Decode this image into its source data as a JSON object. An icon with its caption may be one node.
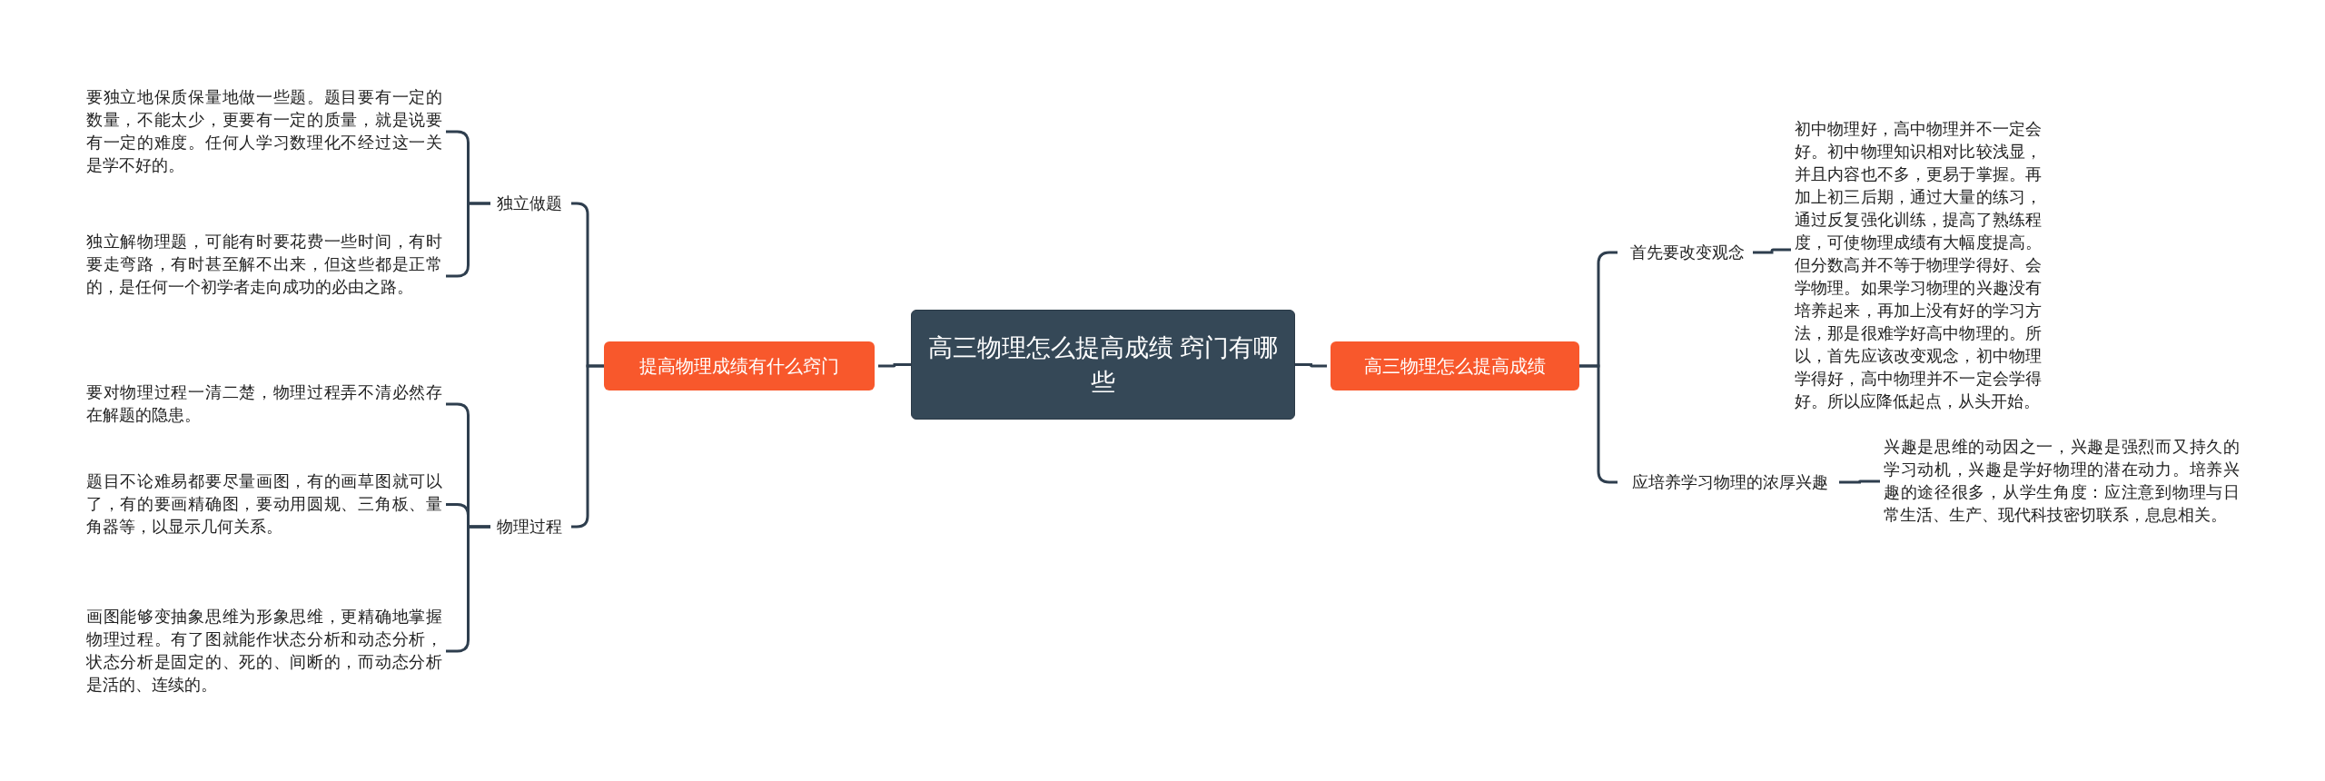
{
  "diagram": {
    "nodes": [
      {
        "text": [
          "高三物理怎么提高成绩 窍门有哪些"
        ]
      },
      {
        "text": [
          "提高物理成绩有什么窍门"
        ]
      },
      {
        "text": [
          "独立做题"
        ]
      },
      {
        "text": [
          "要独立地保质保量地做一些题。题目要有一定的数量，不能太少，更要有一定的质量，就是说要有一定的难度。任何人学习数理化不经过这一关是学不好的。"
        ]
      },
      {
        "text": [
          "独立解物理题，可能有时要花费一些时间，有时要走弯路，有时甚至解不出来，但这些都是正常的，是任何一个初学者走向成功的必由之路。"
        ]
      },
      {
        "text": [
          "物理过程"
        ]
      },
      {
        "text": [
          "要对物理过程一清二楚，物理过程弄不清必然存在解题的隐患。"
        ]
      },
      {
        "text": [
          "题目不论难易都要尽量画图，有的画草图就可以了，有的要画精确图，要动用圆规、三角板、量角器等，以显示几何关系。"
        ]
      },
      {
        "text": [
          "画图能够变抽象思维为形象思维，更精确地掌握物理过程。有了图就能作状态分析和动态分析，状态分析是固定的、死的、间断的，而动态分析是活的、连续的。"
        ]
      },
      {
        "text": [
          "高三物理怎么提高成绩"
        ]
      },
      {
        "text": [
          "首先要改变观念"
        ]
      },
      {
        "text": [
          "初中物理好，高中物理并不一定会好。初中物理知识相对比较浅显，并且内容也不多，更易于掌握。再加上初三后期，通过大量的练习，通过反复强化训练，提高了熟练程度，可使物理成绩有大幅度提高。但分数高并不等于物理学得好、会学物理。如果学习物理的兴趣没有培养起来，再加上没有好的学习方法，那是很难学好高中物理的。所以，首先应该改变观念，初中物理学得好，高中物理并不一定会学得好。所以应降低起点，从头开始。"
        ]
      },
      {
        "text": [
          "应培养学习物理的浓厚兴趣"
        ]
      },
      {
        "text": [
          "兴趣是思维的动因之一，兴趣是强烈而又持久的学习动机，兴趣是学好物理的潜在动力。培养兴趣的途径很多，从学生角度：应注意到物理与日常生活、生产、现代科技密切联系，息息相关。"
        ]
      }
    ],
    "edges": [
      {
        "from": 0,
        "to": 1,
        "arrow": "none"
      },
      {
        "from": 1,
        "to": 2,
        "arrow": "none"
      },
      {
        "from": 2,
        "to": 3,
        "arrow": "none"
      },
      {
        "from": 2,
        "to": 4,
        "arrow": "none"
      },
      {
        "from": 1,
        "to": 5,
        "arrow": "none"
      },
      {
        "from": 5,
        "to": 6,
        "arrow": "none"
      },
      {
        "from": 5,
        "to": 7,
        "arrow": "none"
      },
      {
        "from": 5,
        "to": 8,
        "arrow": "none"
      },
      {
        "from": 0,
        "to": 9,
        "arrow": "none"
      },
      {
        "from": 9,
        "to": 10,
        "arrow": "none"
      },
      {
        "from": 10,
        "to": 11,
        "arrow": "none"
      },
      {
        "from": 9,
        "to": 12,
        "arrow": "none"
      },
      {
        "from": 12,
        "to": 13,
        "arrow": "none"
      }
    ]
  }
}
